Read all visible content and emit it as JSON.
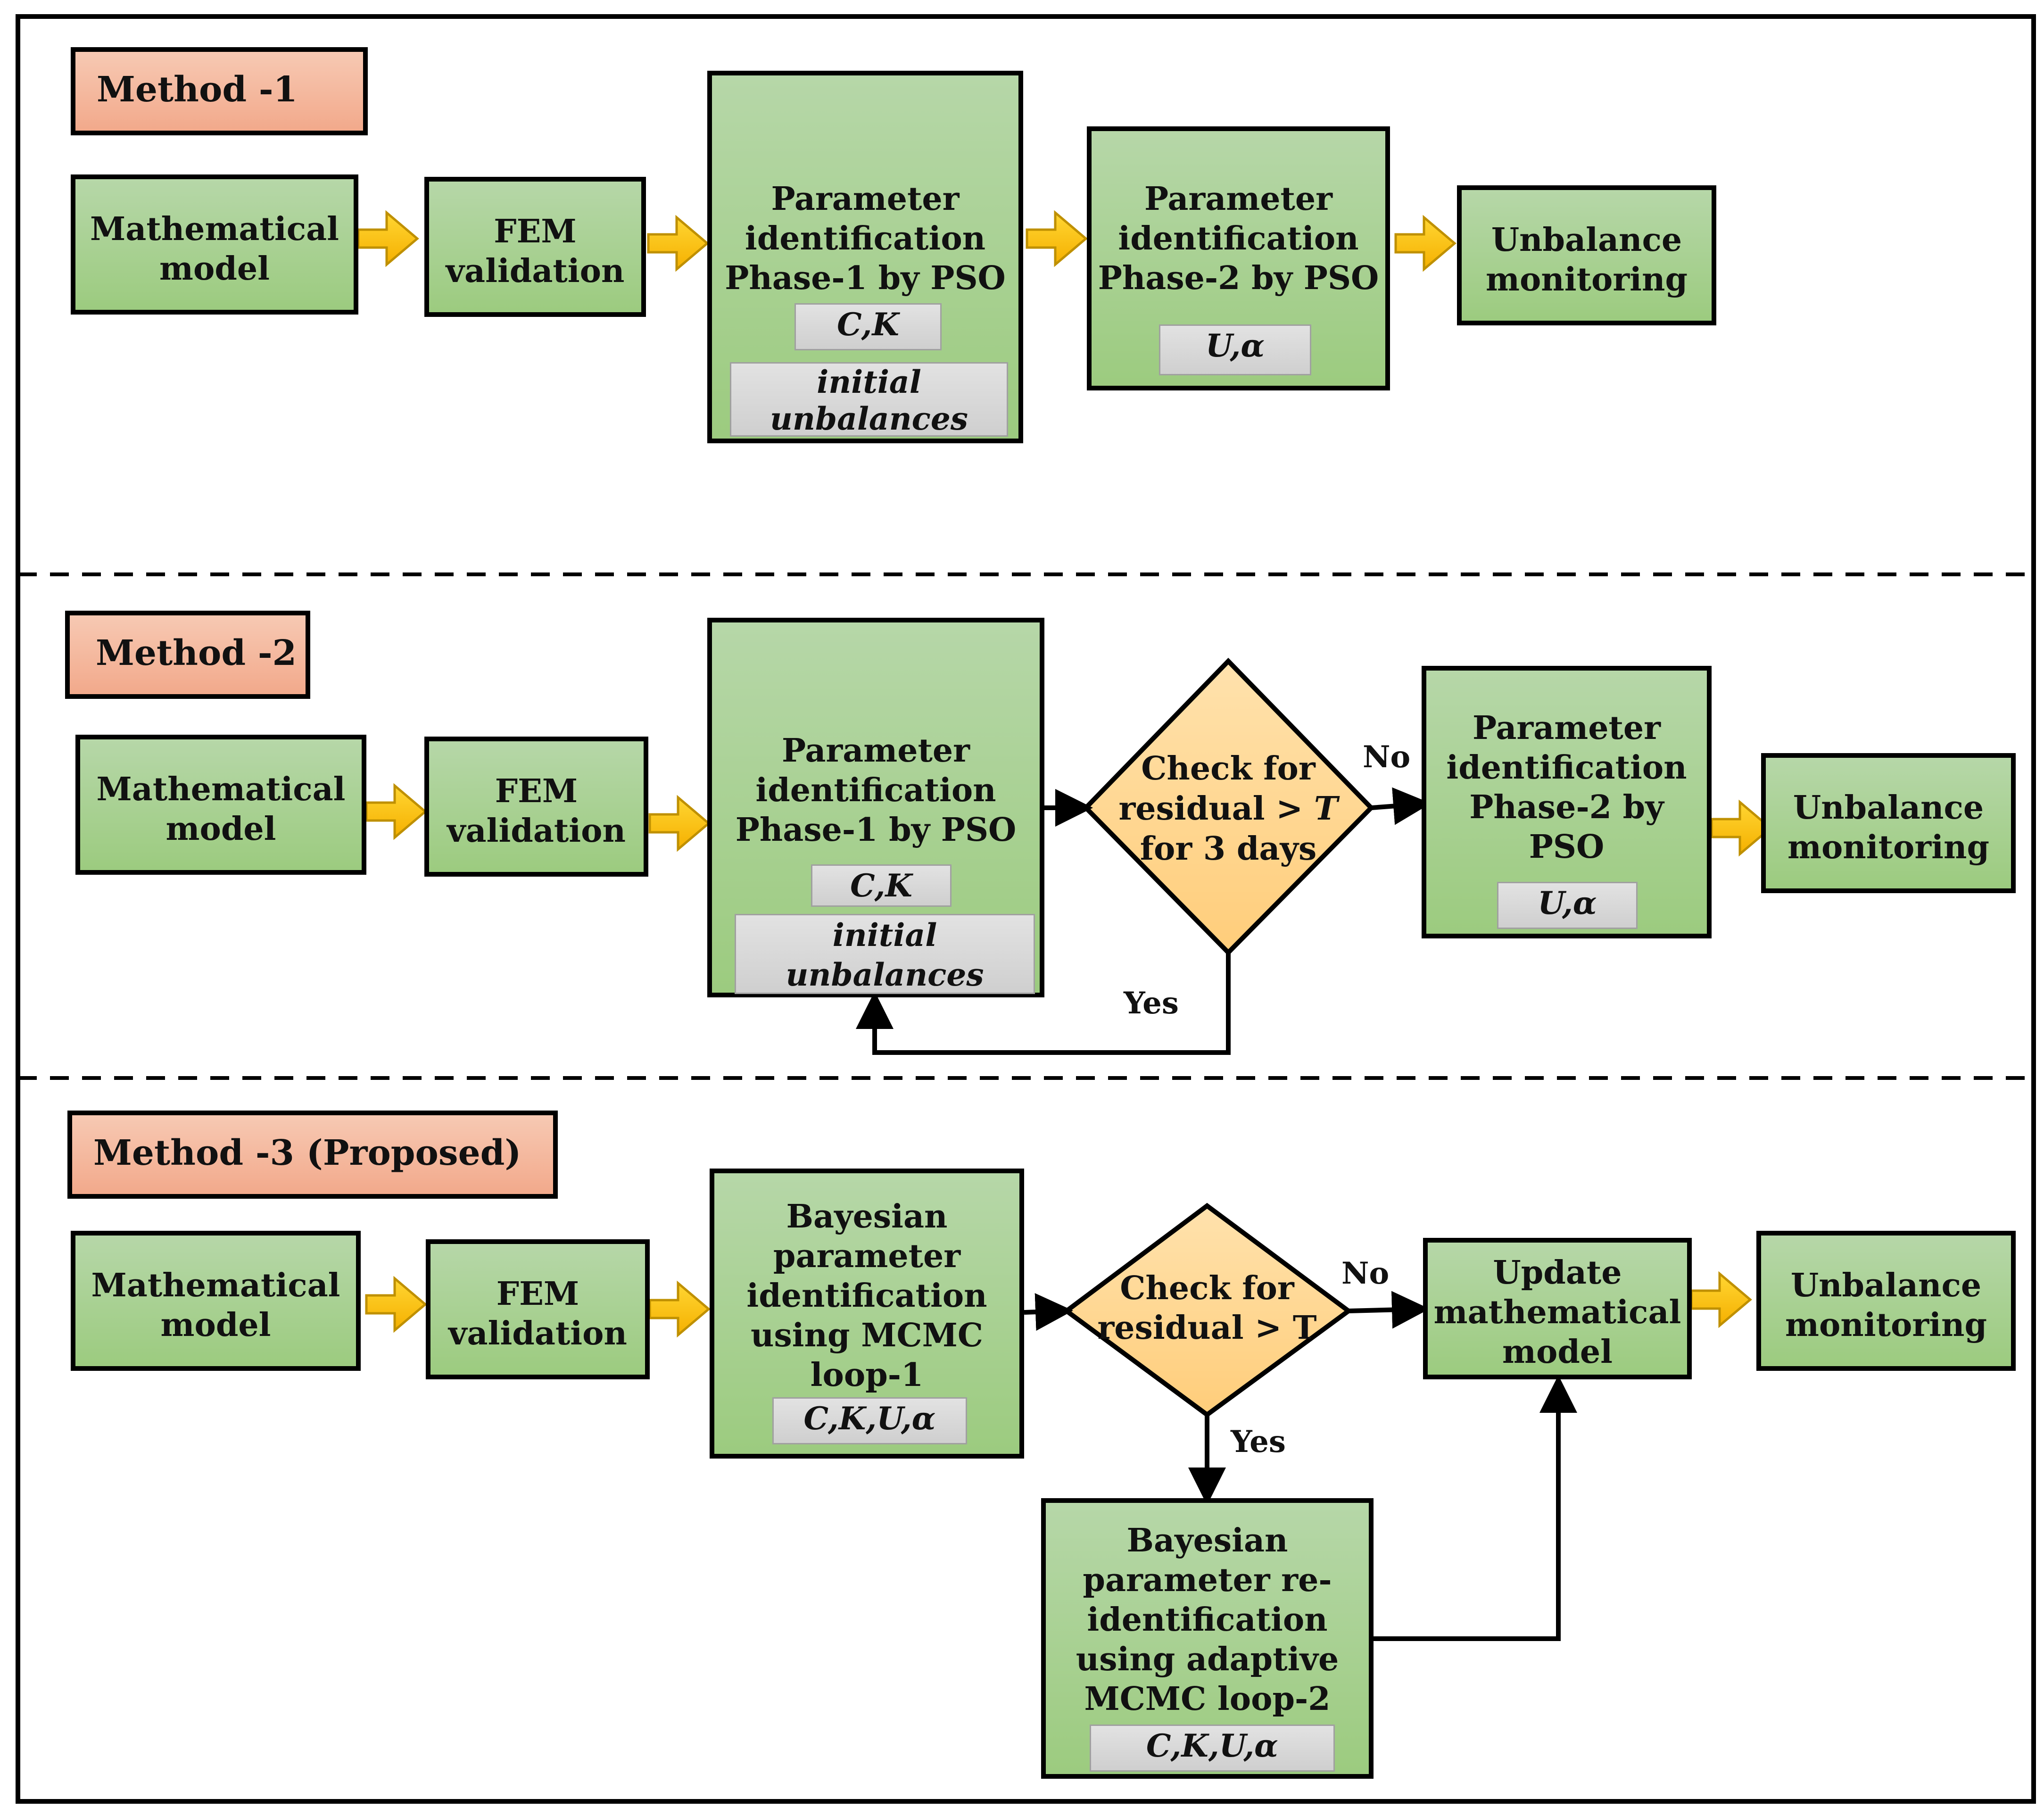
{
  "method1": {
    "title": "Method -1",
    "math_model": "Mathematical\nmodel",
    "fem": "FEM\nvalidation",
    "phase1": "Parameter\nidentification\nPhase-1 by PSO",
    "phase1_tag1": "C,K",
    "phase1_tag2": "initial\nunbalances",
    "phase2": "Parameter\nidentification\nPhase-2 by PSO",
    "phase2_tag": "U,α",
    "monitor": "Unbalance\nmonitoring"
  },
  "method2": {
    "title": "Method -2",
    "math_model": "Mathematical\nmodel",
    "fem": "FEM\nvalidation",
    "phase1": "Parameter\nidentification\nPhase-1 by PSO",
    "phase1_tag1": "C,K",
    "phase1_tag2": "initial\nunbalances",
    "decision_line1": "Check for",
    "decision_line2": "residual > ",
    "decision_T": "T",
    "decision_line3": "for 3 days",
    "no": "No",
    "yes": "Yes",
    "phase2": "Parameter\nidentification\nPhase-2 by\nPSO",
    "phase2_tag": "U,α",
    "monitor": "Unbalance\nmonitoring"
  },
  "method3": {
    "title": "Method -3 (Proposed)",
    "math_model": "Mathematical\nmodel",
    "fem": "FEM\nvalidation",
    "bayes": "Bayesian\nparameter\nidentification\nusing MCMC\nloop-1",
    "bayes_tag": "C,K,U,α",
    "decision": "Check for\nresidual > T",
    "no": "No",
    "yes": "Yes",
    "update": "Update\nmathematical\nmodel",
    "monitor": "Unbalance\nmonitoring",
    "reid": "Bayesian\nparameter re-\nidentification\nusing adaptive\nMCMC loop-2",
    "reid_tag": "C,K,U,α"
  },
  "colors": {
    "box_fill": "#a9d18e",
    "box_border": "#000000",
    "tag_fill": "#d9d9d9",
    "method_fill": "#f4b183",
    "decision_fill": "#ffd591",
    "block_arrow": "#ffc000",
    "block_arrow_border": "#bf9000"
  }
}
